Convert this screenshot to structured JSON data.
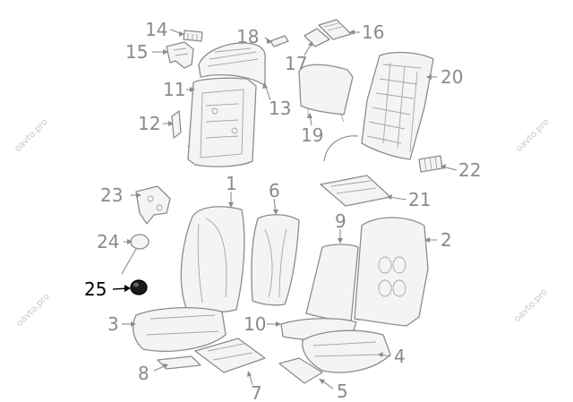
{
  "watermark": "oavto.pro",
  "highlight_color": "#000000",
  "part_color": "#8c8c8c",
  "labels": {
    "p1": "1",
    "p2": "2",
    "p3": "3",
    "p4": "4",
    "p5": "5",
    "p6": "6",
    "p7": "7",
    "p8": "8",
    "p9": "9",
    "p10": "10",
    "p11": "11",
    "p12": "12",
    "p13": "13",
    "p14": "14",
    "p15": "15",
    "p16": "16",
    "p17": "17",
    "p18": "18",
    "p19": "19",
    "p20": "20",
    "p21": "21",
    "p22": "22",
    "p23": "23",
    "p24": "24",
    "p25": "25"
  },
  "highlighted_part": "25"
}
